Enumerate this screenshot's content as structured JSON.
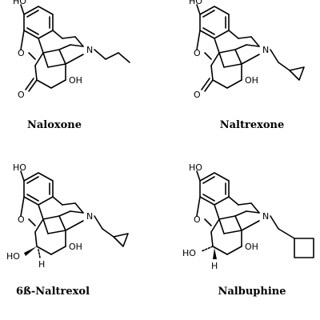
{
  "molecules": [
    {
      "name": "Naloxone",
      "substituent": "propyl",
      "c6": "ketone",
      "labels": {
        "hydroxyl_top": "HO",
        "ring_oxygen": "O",
        "nitrogen": "N",
        "hydroxyl_14": "OH",
        "carbonyl_oxygen": "O"
      }
    },
    {
      "name": "Naltrexone",
      "substituent": "cyclopropylmethyl",
      "c6": "ketone",
      "labels": {
        "hydroxyl_top": "HO",
        "ring_oxygen": "O",
        "nitrogen": "N",
        "hydroxyl_14": "OH",
        "carbonyl_oxygen": "O"
      }
    },
    {
      "name": "6ß-Naltrexol",
      "substituent": "cyclopropylmethyl",
      "c6": "alcohol",
      "labels": {
        "hydroxyl_top": "HO",
        "ring_oxygen": "O",
        "nitrogen": "N",
        "hydroxyl_14": "OH",
        "hydroxyl_6": "HO",
        "hydrogen_6": "H"
      }
    },
    {
      "name": "Nalbuphine",
      "substituent": "cyclobutylmethyl",
      "c6": "alcohol",
      "labels": {
        "hydroxyl_top": "HO",
        "ring_oxygen": "O",
        "nitrogen": "N",
        "hydroxyl_14": "OH",
        "hydroxyl_6": "HO",
        "hydrogen_6": "H"
      }
    }
  ]
}
